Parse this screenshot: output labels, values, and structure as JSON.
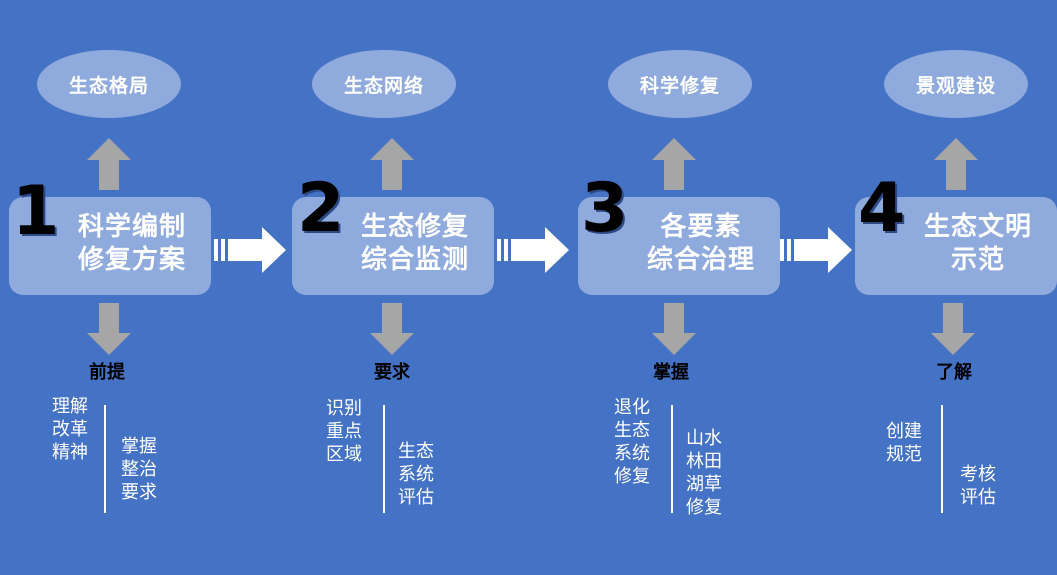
{
  "steps": [
    {
      "number": "1",
      "title": [
        "科学编制",
        "修复方案"
      ],
      "top_label": "生态格局",
      "bottom_label": "前提",
      "left_details": [
        "理解",
        "改革",
        "精神"
      ],
      "right_details": [
        "掌握",
        "整治",
        "要求"
      ]
    },
    {
      "number": "2",
      "title": [
        "生态修复",
        "综合监测"
      ],
      "top_label": "生态网络",
      "bottom_label": "要求",
      "left_details": [
        "识别",
        "重点",
        "区域"
      ],
      "right_details": [
        "生态",
        "系统",
        "评估"
      ]
    },
    {
      "number": "3",
      "title": [
        "各要素",
        "综合治理"
      ],
      "top_label": "科学修复",
      "bottom_label": "掌握",
      "left_details": [
        "退化",
        "生态",
        "系统",
        "修复"
      ],
      "right_details": [
        "山水",
        "林田",
        "湖草",
        "修复"
      ]
    },
    {
      "number": "4",
      "title": [
        "生态文明",
        "示范"
      ],
      "top_label": "景观建设",
      "bottom_label": "了解",
      "left_details": [
        "创建",
        "规范"
      ],
      "right_details": [
        "考核",
        "评估"
      ]
    }
  ],
  "colors": {
    "background": "#4472C4",
    "shape_fill": "#8FAADC",
    "arrow_gray": "#A6A6A6",
    "text_white": "#FFFFFF",
    "step_number": "#000000"
  }
}
